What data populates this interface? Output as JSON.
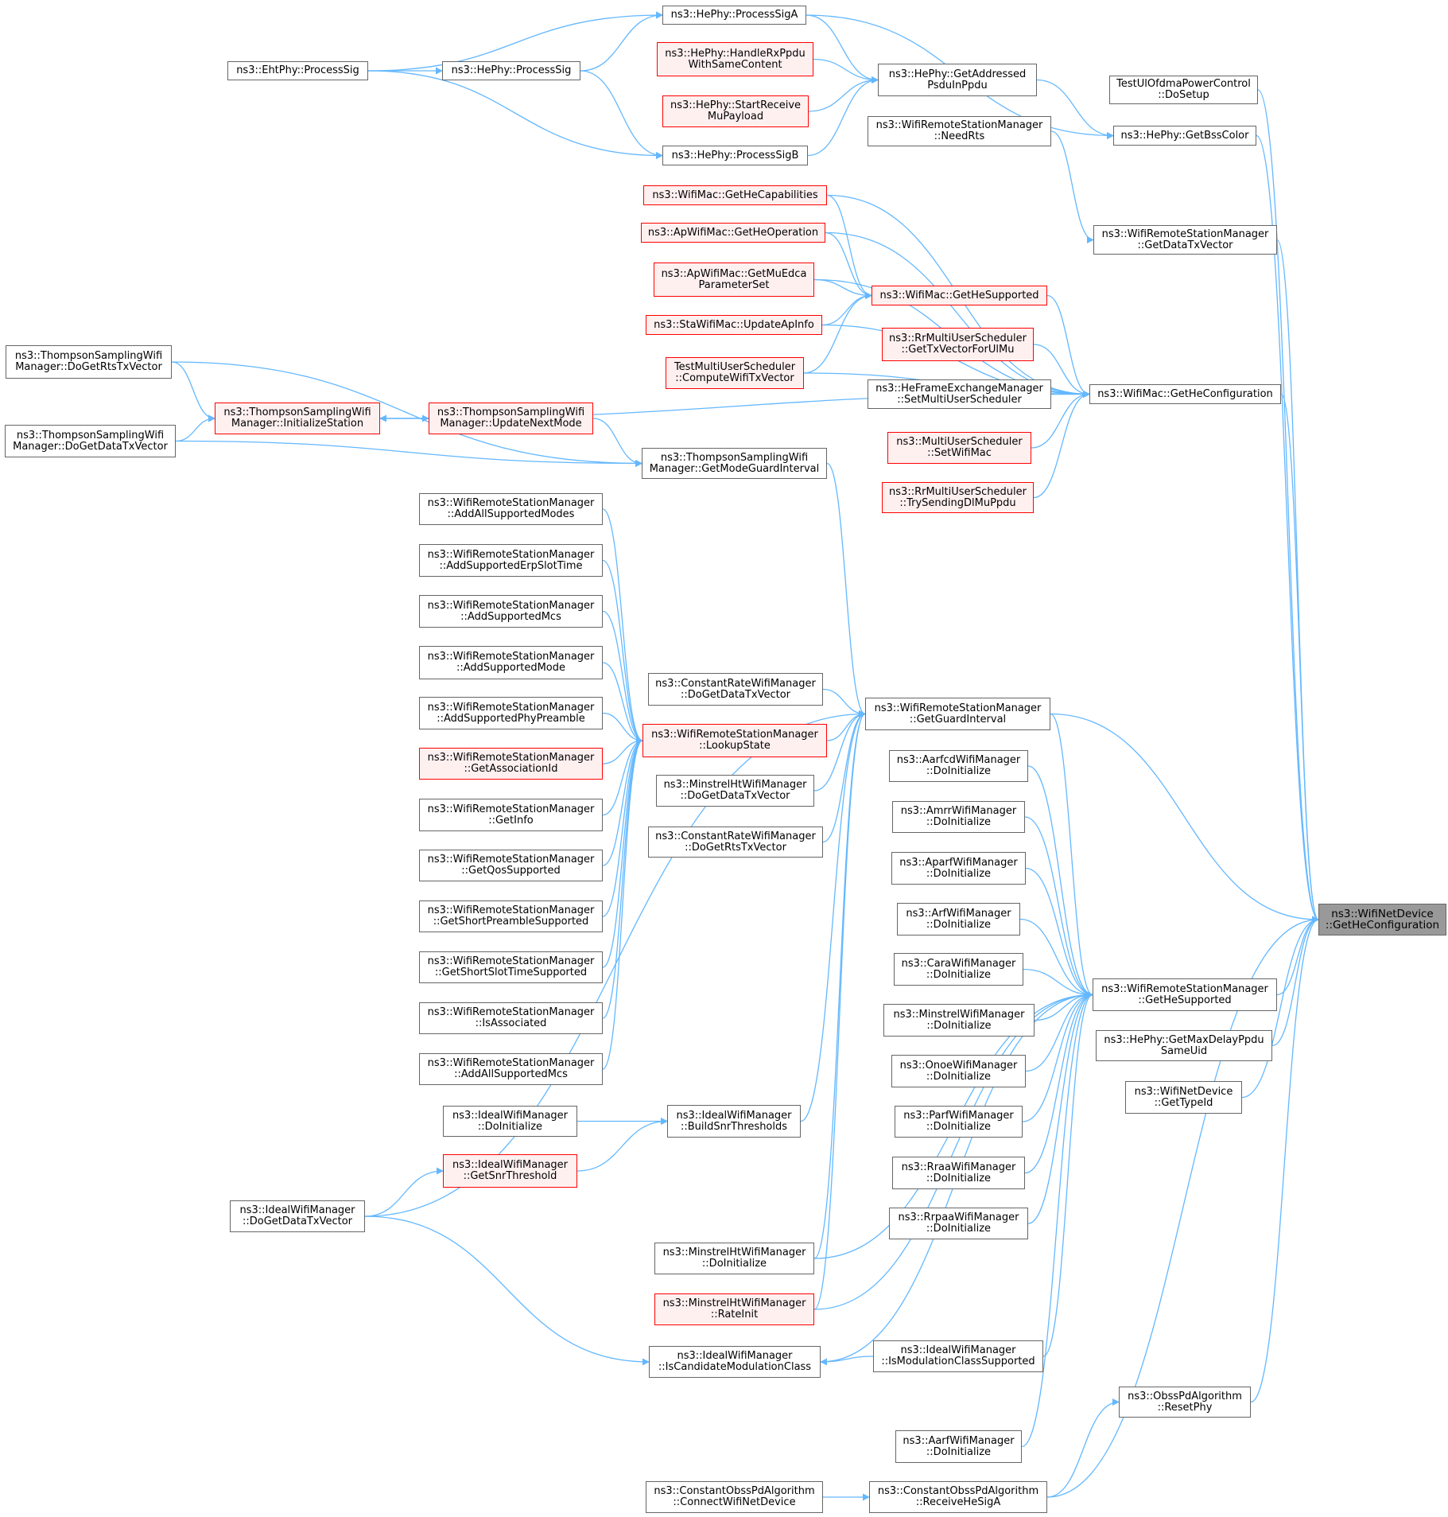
{
  "colors": {
    "edge": "#63b8ff",
    "node_border": "#666666",
    "truncated_border": "#ff0000",
    "truncated_fill": "#fff0f0",
    "focus_fill": "#999999"
  },
  "nodes": {
    "hephy_processsiga": [
      "ns3::HePhy::ProcessSigA"
    ],
    "ehtphy_processsig": [
      "ns3::EhtPhy::ProcessSig"
    ],
    "hephy_processsig": [
      "ns3::HePhy::ProcessSig"
    ],
    "hephy_handlerx": [
      "ns3::HePhy::HandleRxPpdu",
      "WithSameContent"
    ],
    "hephy_getaddressed": [
      "ns3::HePhy::GetAddressed",
      "PsduInPpdu"
    ],
    "hephy_startreceive": [
      "ns3::HePhy::StartReceive",
      "MuPayload"
    ],
    "hephy_processsigb": [
      "ns3::HePhy::ProcessSigB"
    ],
    "testul_dosetup": [
      "TestUlOfdmaPowerControl",
      "::DoSetup"
    ],
    "wrsm_needrts": [
      "ns3::WifiRemoteStationManager",
      "::NeedRts"
    ],
    "hephy_getbsscolor": [
      "ns3::HePhy::GetBssColor"
    ],
    "wifimac_getheCap": [
      "ns3::WifiMac::GetHeCapabilities"
    ],
    "wrsm_getdatatx": [
      "ns3::WifiRemoteStationManager",
      "::GetDataTxVector"
    ],
    "apwifimac_getheop": [
      "ns3::ApWifiMac::GetHeOperation"
    ],
    "apwifimac_getmuedca": [
      "ns3::ApWifiMac::GetMuEdca",
      "ParameterSet"
    ],
    "wifimac_gethesupp": [
      "ns3::WifiMac::GetHeSupported"
    ],
    "stawifimac_update": [
      "ns3::StaWifiMac::UpdateApInfo"
    ],
    "rrmu_gettxvector": [
      "ns3::RrMultiUserScheduler",
      "::GetTxVectorForUlMu"
    ],
    "ts_dogetrts": [
      "ns3::ThompsonSamplingWifi",
      "Manager::DoGetRtsTxVector"
    ],
    "testmu_compute": [
      "TestMultiUserScheduler",
      "::ComputeWifiTxVector"
    ],
    "hefem_setmu": [
      "ns3::HeFrameExchangeManager",
      "::SetMultiUserScheduler"
    ],
    "wifimac_gethecfg": [
      "ns3::WifiMac::GetHeConfiguration"
    ],
    "ts_initstation": [
      "ns3::ThompsonSamplingWifi",
      "Manager::InitializeStation"
    ],
    "ts_updatenext": [
      "ns3::ThompsonSamplingWifi",
      "Manager::UpdateNextMode"
    ],
    "ts_dogetdata": [
      "ns3::ThompsonSamplingWifi",
      "Manager::DoGetDataTxVector"
    ],
    "mus_setwifimac": [
      "ns3::MultiUserScheduler",
      "::SetWifiMac"
    ],
    "ts_getmodegi": [
      "ns3::ThompsonSamplingWifi",
      "Manager::GetModeGuardInterval"
    ],
    "rrmu_trysending": [
      "ns3::RrMultiUserScheduler",
      "::TrySendingDlMuPpdu"
    ],
    "wrsm_addallmodes": [
      "ns3::WifiRemoteStationManager",
      "::AddAllSupportedModes"
    ],
    "wrsm_adderp": [
      "ns3::WifiRemoteStationManager",
      "::AddSupportedErpSlotTime"
    ],
    "wrsm_addmcs": [
      "ns3::WifiRemoteStationManager",
      "::AddSupportedMcs"
    ],
    "wrsm_addmode": [
      "ns3::WifiRemoteStationManager",
      "::AddSupportedMode"
    ],
    "crwm_dogetdata": [
      "ns3::ConstantRateWifiManager",
      "::DoGetDataTxVector"
    ],
    "wrsm_getgi": [
      "ns3::WifiRemoteStationManager",
      "::GetGuardInterval"
    ],
    "wrsm_addphypre": [
      "ns3::WifiRemoteStationManager",
      "::AddSupportedPhyPreamble"
    ],
    "wrsm_lookup": [
      "ns3::WifiRemoteStationManager",
      "::LookupState"
    ],
    "wrsm_getassoc": [
      "ns3::WifiRemoteStationManager",
      "::GetAssociationId"
    ],
    "aarfcd_init": [
      "ns3::AarfcdWifiManager",
      "::DoInitialize"
    ],
    "mhtwm_dogetdata": [
      "ns3::MinstrelHtWifiManager",
      "::DoGetDataTxVector"
    ],
    "wrsm_getinfo": [
      "ns3::WifiRemoteStationManager",
      "::GetInfo"
    ],
    "amrr_init": [
      "ns3::AmrrWifiManager",
      "::DoInitialize"
    ],
    "crwm_dogetrts": [
      "ns3::ConstantRateWifiManager",
      "::DoGetRtsTxVector"
    ],
    "wrsm_getqos": [
      "ns3::WifiRemoteStationManager",
      "::GetQosSupported"
    ],
    "aparf_init": [
      "ns3::AparfWifiManager",
      "::DoInitialize"
    ],
    "focus": [
      "ns3::WifiNetDevice",
      "::GetHeConfiguration"
    ],
    "wrsm_getshortpre": [
      "ns3::WifiRemoteStationManager",
      "::GetShortPreambleSupported"
    ],
    "arf_init": [
      "ns3::ArfWifiManager",
      "::DoInitialize"
    ],
    "wrsm_getshortslot": [
      "ns3::WifiRemoteStationManager",
      "::GetShortSlotTimeSupported"
    ],
    "cara_init": [
      "ns3::CaraWifiManager",
      "::DoInitialize"
    ],
    "wrsm_gethesupp": [
      "ns3::WifiRemoteStationManager",
      "::GetHeSupported"
    ],
    "wrsm_isassoc": [
      "ns3::WifiRemoteStationManager",
      "::IsAssociated"
    ],
    "minstrel_init": [
      "ns3::MinstrelWifiManager",
      "::DoInitialize"
    ],
    "hephy_getmaxdelay": [
      "ns3::HePhy::GetMaxDelayPpdu",
      "SameUid"
    ],
    "onoe_init": [
      "ns3::OnoeWifiManager",
      "::DoInitialize"
    ],
    "wrsm_addallmcs": [
      "ns3::WifiRemoteStationManager",
      "::AddAllSupportedMcs"
    ],
    "wnd_gettypeid": [
      "ns3::WifiNetDevice",
      "::GetTypeId"
    ],
    "parf_init": [
      "ns3::ParfWifiManager",
      "::DoInitialize"
    ],
    "ideal_init": [
      "ns3::IdealWifiManager",
      "::DoInitialize"
    ],
    "ideal_buildsnr": [
      "ns3::IdealWifiManager",
      "::BuildSnrThresholds"
    ],
    "rraa_init": [
      "ns3::RraaWifiManager",
      "::DoInitialize"
    ],
    "ideal_getsnr": [
      "ns3::IdealWifiManager",
      "::GetSnrThreshold"
    ],
    "ideal_dogetdata": [
      "ns3::IdealWifiManager",
      "::DoGetDataTxVector"
    ],
    "rrpaa_init": [
      "ns3::RrpaaWifiManager",
      "::DoInitialize"
    ],
    "mhtwm_init": [
      "ns3::MinstrelHtWifiManager",
      "::DoInitialize"
    ],
    "mhtwm_rateinit": [
      "ns3::MinstrelHtWifiManager",
      "::RateInit"
    ],
    "ideal_ismodsupp": [
      "ns3::IdealWifiManager",
      "::IsModulationClassSupported"
    ],
    "ideal_iscandidate": [
      "ns3::IdealWifiManager",
      "::IsCandidateModulationClass"
    ],
    "obss_resetphy": [
      "ns3::ObssPdAlgorithm",
      "::ResetPhy"
    ],
    "aarf_init": [
      "ns3::AarfWifiManager",
      "::DoInitialize"
    ],
    "cobss_connect": [
      "ns3::ConstantObssPdAlgorithm",
      "::ConnectWifiNetDevice"
    ],
    "cobss_receive": [
      "ns3::ConstantObssPdAlgorithm",
      "::ReceiveHeSigA"
    ]
  }
}
